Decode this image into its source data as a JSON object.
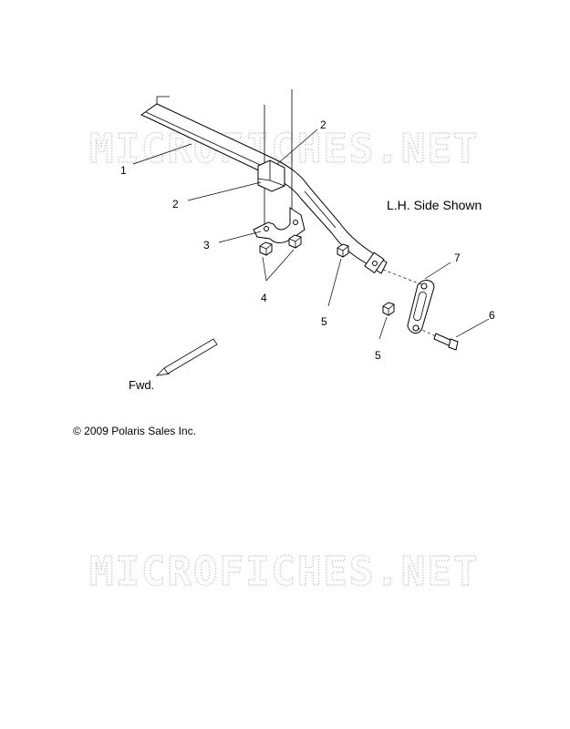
{
  "watermark_text": "MICROFICHES.NET",
  "note": "L.H. Side Shown",
  "direction_label": "Fwd.",
  "copyright": "© 2009 Polaris Sales Inc.",
  "callouts": {
    "c1": "1",
    "c2a": "2",
    "c2b": "2",
    "c3": "3",
    "c4": "4",
    "c5a": "5",
    "c5b": "5",
    "c6": "6",
    "c7": "7"
  }
}
